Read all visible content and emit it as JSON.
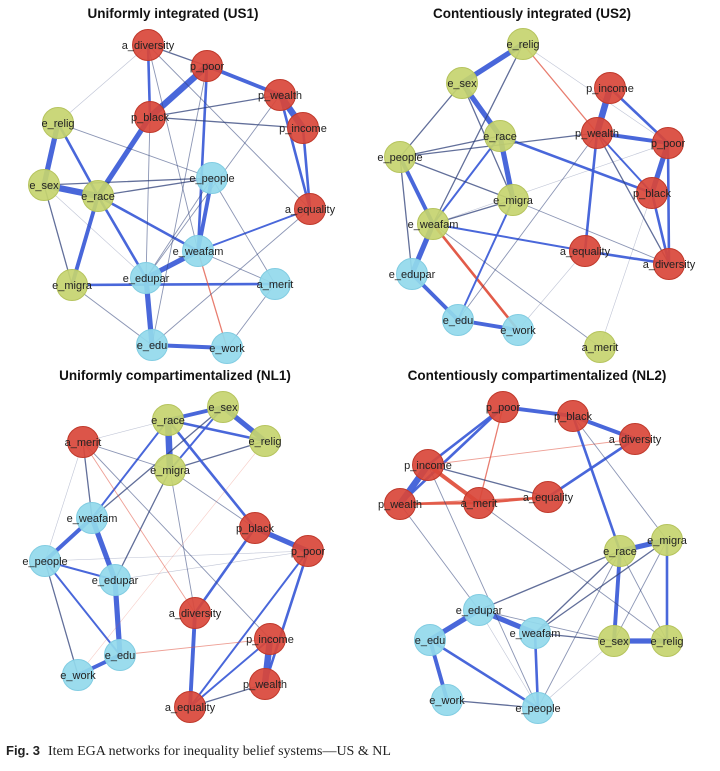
{
  "colors": {
    "red": "#d9473a",
    "green": "#c6d46f",
    "blue": "#93d9ec",
    "edge_pos": "#3f5fd8",
    "edge_neg": "#e0523f",
    "edge_weak": "#2e3f78"
  },
  "panels": [
    {
      "title": "Uniformly integrated (US1)",
      "nodes": [
        {
          "label": "a_diversity",
          "group": "red"
        },
        {
          "label": "p_poor",
          "group": "red"
        },
        {
          "label": "p_wealth",
          "group": "red"
        },
        {
          "label": "p_income",
          "group": "red"
        },
        {
          "label": "p_black",
          "group": "red"
        },
        {
          "label": "e_relig",
          "group": "green"
        },
        {
          "label": "e_sex",
          "group": "green"
        },
        {
          "label": "e_race",
          "group": "green"
        },
        {
          "label": "e_people",
          "group": "blue"
        },
        {
          "label": "a_equality",
          "group": "red"
        },
        {
          "label": "e_weafam",
          "group": "blue"
        },
        {
          "label": "e_edupar",
          "group": "blue"
        },
        {
          "label": "e_migra",
          "group": "green"
        },
        {
          "label": "a_merit",
          "group": "blue"
        },
        {
          "label": "e_edu",
          "group": "blue"
        },
        {
          "label": "e_work",
          "group": "blue"
        }
      ],
      "edges": [
        [
          "p_poor",
          "p_black",
          5,
          "+"
        ],
        [
          "p_black",
          "e_race",
          4,
          "+"
        ],
        [
          "e_sex",
          "e_race",
          5,
          "+"
        ],
        [
          "e_relig",
          "e_sex",
          4,
          "+"
        ],
        [
          "e_race",
          "e_migra",
          3,
          "+"
        ],
        [
          "e_relig",
          "e_race",
          2,
          "+"
        ],
        [
          "p_wealth",
          "p_income",
          5,
          "+"
        ],
        [
          "p_poor",
          "p_wealth",
          3,
          "+"
        ],
        [
          "a_diversity",
          "p_black",
          2,
          "+"
        ],
        [
          "a_diversity",
          "p_poor",
          1,
          "+"
        ],
        [
          "p_income",
          "a_equality",
          2,
          "+"
        ],
        [
          "p_wealth",
          "a_equality",
          2,
          "+"
        ],
        [
          "e_weafam",
          "e_edupar",
          4,
          "+"
        ],
        [
          "e_edupar",
          "e_edu",
          4,
          "+"
        ],
        [
          "e_edu",
          "e_work",
          3,
          "+"
        ],
        [
          "e_people",
          "e_weafam",
          3,
          "+"
        ],
        [
          "p_poor",
          "e_weafam",
          2,
          "+"
        ],
        [
          "e_race",
          "e_weafam",
          2,
          "+"
        ],
        [
          "e_race",
          "e_edupar",
          2,
          "+"
        ],
        [
          "e_migra",
          "a_merit",
          2,
          "+"
        ],
        [
          "a_equality",
          "e_weafam",
          1.5,
          "+"
        ],
        [
          "e_weafam",
          "e_work",
          1,
          "-"
        ],
        [
          "e_sex",
          "e_people",
          1,
          "+"
        ],
        [
          "e_race",
          "e_people",
          1,
          "+"
        ],
        [
          "p_black",
          "p_income",
          1,
          "+"
        ],
        [
          "p_black",
          "p_wealth",
          1,
          "+"
        ],
        [
          "e_relig",
          "e_people",
          0.7,
          "+"
        ],
        [
          "a_diversity",
          "e_relig",
          0.4,
          "+"
        ],
        [
          "e_sex",
          "e_migra",
          1,
          "+"
        ],
        [
          "e_migra",
          "e_edu",
          0.7,
          "+"
        ],
        [
          "e_edu",
          "a_equality",
          0.7,
          "+"
        ],
        [
          "e_work",
          "a_merit",
          0.7,
          "+"
        ],
        [
          "e_people",
          "a_merit",
          0.7,
          "+"
        ],
        [
          "a_diversity",
          "a_equality",
          0.7,
          "+"
        ],
        [
          "a_diversity",
          "e_weafam",
          0.7,
          "+"
        ],
        [
          "p_black",
          "e_edupar",
          0.7,
          "+"
        ],
        [
          "p_poor",
          "e_edu",
          0.7,
          "+"
        ],
        [
          "e_sex",
          "e_edupar",
          0.4,
          "+"
        ],
        [
          "p_wealth",
          "e_edupar",
          0.7,
          "+"
        ],
        [
          "e_edupar",
          "e_people",
          0.7,
          "+"
        ],
        [
          "e_weafam",
          "a_merit",
          0.7,
          "+"
        ]
      ]
    },
    {
      "title": "Contentiously integrated (US2)",
      "nodes": [
        {
          "label": "e_relig",
          "group": "green"
        },
        {
          "label": "e_sex",
          "group": "green"
        },
        {
          "label": "p_income",
          "group": "red"
        },
        {
          "label": "e_race",
          "group": "green"
        },
        {
          "label": "p_wealth",
          "group": "red"
        },
        {
          "label": "p_poor",
          "group": "red"
        },
        {
          "label": "e_people",
          "group": "green"
        },
        {
          "label": "p_black",
          "group": "red"
        },
        {
          "label": "e_migra",
          "group": "green"
        },
        {
          "label": "e_weafam",
          "group": "green"
        },
        {
          "label": "a_equality",
          "group": "red"
        },
        {
          "label": "a_diversity",
          "group": "red"
        },
        {
          "label": "e_edupar",
          "group": "blue"
        },
        {
          "label": "e_edu",
          "group": "blue"
        },
        {
          "label": "e_work",
          "group": "blue"
        },
        {
          "label": "a_merit",
          "group": "green"
        }
      ],
      "edges": [
        [
          "e_relig",
          "e_sex",
          4,
          "+"
        ],
        [
          "e_sex",
          "e_race",
          4,
          "+"
        ],
        [
          "e_race",
          "e_migra",
          4,
          "+"
        ],
        [
          "e_people",
          "e_weafam",
          3,
          "+"
        ],
        [
          "e_weafam",
          "e_edupar",
          4,
          "+"
        ],
        [
          "e_edupar",
          "e_edu",
          3,
          "+"
        ],
        [
          "e_edu",
          "e_work",
          3,
          "+"
        ],
        [
          "e_weafam",
          "e_work",
          2,
          "-"
        ],
        [
          "e_relig",
          "p_wealth",
          1,
          "-"
        ],
        [
          "p_income",
          "p_wealth",
          5,
          "+"
        ],
        [
          "p_wealth",
          "p_poor",
          3,
          "+"
        ],
        [
          "p_poor",
          "p_black",
          4,
          "+"
        ],
        [
          "p_income",
          "p_poor",
          2,
          "+"
        ],
        [
          "p_wealth",
          "a_equality",
          2,
          "+"
        ],
        [
          "p_poor",
          "a_diversity",
          2,
          "+"
        ],
        [
          "p_black",
          "a_diversity",
          2,
          "+"
        ],
        [
          "a_equality",
          "a_diversity",
          2,
          "+"
        ],
        [
          "e_weafam",
          "a_equality",
          1.5,
          "+"
        ],
        [
          "e_race",
          "p_black",
          2,
          "+"
        ],
        [
          "e_people",
          "e_race",
          1,
          "+"
        ],
        [
          "e_people",
          "p_wealth",
          1,
          "+"
        ],
        [
          "e_people",
          "e_sex",
          1,
          "+"
        ],
        [
          "e_migra",
          "e_edu",
          1.5,
          "+"
        ],
        [
          "e_weafam",
          "e_relig",
          1,
          "+"
        ],
        [
          "e_weafam",
          "e_race",
          1.5,
          "+"
        ],
        [
          "e_weafam",
          "e_migra",
          1,
          "+"
        ],
        [
          "e_sex",
          "e_migra",
          1,
          "+"
        ],
        [
          "p_wealth",
          "p_black",
          1.5,
          "+"
        ],
        [
          "p_wealth",
          "a_diversity",
          1,
          "+"
        ],
        [
          "e_people",
          "e_edupar",
          1,
          "+"
        ],
        [
          "e_people",
          "e_migra",
          1,
          "+"
        ],
        [
          "e_migra",
          "a_diversity",
          0.7,
          "+"
        ],
        [
          "e_weafam",
          "a_merit",
          0.7,
          "+"
        ],
        [
          "e_edu",
          "p_wealth",
          0.7,
          "+"
        ],
        [
          "a_merit",
          "p_black",
          0.4,
          "+"
        ],
        [
          "e_work",
          "a_equality",
          0.4,
          "+"
        ],
        [
          "e_relig",
          "p_poor",
          0.4,
          "+"
        ],
        [
          "e_weafam",
          "p_poor",
          0.4,
          "+"
        ]
      ]
    },
    {
      "title": "Uniformly compartimentalized (NL1)",
      "nodes": [
        {
          "label": "e_race",
          "group": "green"
        },
        {
          "label": "e_sex",
          "group": "green"
        },
        {
          "label": "a_merit",
          "group": "red"
        },
        {
          "label": "e_relig",
          "group": "green"
        },
        {
          "label": "e_migra",
          "group": "green"
        },
        {
          "label": "e_weafam",
          "group": "blue"
        },
        {
          "label": "p_black",
          "group": "red"
        },
        {
          "label": "p_poor",
          "group": "red"
        },
        {
          "label": "e_people",
          "group": "blue"
        },
        {
          "label": "e_edupar",
          "group": "blue"
        },
        {
          "label": "a_diversity",
          "group": "red"
        },
        {
          "label": "p_income",
          "group": "red"
        },
        {
          "label": "e_edu",
          "group": "blue"
        },
        {
          "label": "e_work",
          "group": "blue"
        },
        {
          "label": "p_wealth",
          "group": "red"
        },
        {
          "label": "a_equality",
          "group": "red"
        }
      ],
      "edges": [
        [
          "e_race",
          "e_sex",
          3,
          "+"
        ],
        [
          "e_sex",
          "e_relig",
          4,
          "+"
        ],
        [
          "e_race",
          "e_migra",
          5,
          "+"
        ],
        [
          "e_race",
          "e_relig",
          2,
          "+"
        ],
        [
          "e_sex",
          "e_migra",
          1.5,
          "+"
        ],
        [
          "e_relig",
          "e_migra",
          1,
          "+"
        ],
        [
          "e_race",
          "p_black",
          2,
          "+"
        ],
        [
          "p_black",
          "p_poor",
          4,
          "+"
        ],
        [
          "p_black",
          "a_diversity",
          2,
          "+"
        ],
        [
          "a_diversity",
          "a_equality",
          3,
          "+"
        ],
        [
          "p_income",
          "p_wealth",
          5,
          "+"
        ],
        [
          "p_poor",
          "p_wealth",
          2,
          "+"
        ],
        [
          "p_poor",
          "a_equality",
          1.5,
          "+"
        ],
        [
          "p_income",
          "a_equality",
          1.5,
          "+"
        ],
        [
          "a_equality",
          "p_wealth",
          1,
          "+"
        ],
        [
          "e_weafam",
          "e_people",
          3,
          "+"
        ],
        [
          "e_weafam",
          "e_edupar",
          4,
          "+"
        ],
        [
          "e_edupar",
          "e_edu",
          4,
          "+"
        ],
        [
          "e_edu",
          "e_work",
          3,
          "+"
        ],
        [
          "e_people",
          "e_edupar",
          1.5,
          "+"
        ],
        [
          "e_people",
          "e_edu",
          1.5,
          "+"
        ],
        [
          "e_people",
          "e_work",
          1,
          "+"
        ],
        [
          "e_weafam",
          "e_race",
          1.5,
          "+"
        ],
        [
          "e_weafam",
          "e_sex",
          1,
          "+"
        ],
        [
          "e_edupar",
          "e_migra",
          1,
          "+"
        ],
        [
          "a_merit",
          "e_weafam",
          1,
          "+"
        ],
        [
          "a_merit",
          "e_race",
          0.4,
          "+"
        ],
        [
          "a_merit",
          "e_migra",
          0.7,
          "+"
        ],
        [
          "a_merit",
          "a_diversity",
          0.7,
          "-"
        ],
        [
          "a_merit",
          "p_income",
          0.7,
          "+"
        ],
        [
          "e_edu",
          "p_income",
          0.7,
          "-"
        ],
        [
          "e_migra",
          "a_diversity",
          0.7,
          "+"
        ],
        [
          "e_migra",
          "p_black",
          0.7,
          "+"
        ],
        [
          "e_people",
          "p_poor",
          0.4,
          "+"
        ],
        [
          "e_edupar",
          "p_poor",
          0.4,
          "+"
        ],
        [
          "e_work",
          "e_relig",
          0.4,
          "-"
        ],
        [
          "a_merit",
          "e_people",
          0.4,
          "+"
        ]
      ]
    },
    {
      "title": "Contentiously compartimentalized (NL2)",
      "nodes": [
        {
          "label": "p_poor",
          "group": "red"
        },
        {
          "label": "p_black",
          "group": "red"
        },
        {
          "label": "a_diversity",
          "group": "red"
        },
        {
          "label": "p_income",
          "group": "red"
        },
        {
          "label": "p_wealth",
          "group": "red"
        },
        {
          "label": "a_merit",
          "group": "red"
        },
        {
          "label": "a_equality",
          "group": "red"
        },
        {
          "label": "e_race",
          "group": "green"
        },
        {
          "label": "e_migra",
          "group": "green"
        },
        {
          "label": "e_edupar",
          "group": "blue"
        },
        {
          "label": "e_edu",
          "group": "blue"
        },
        {
          "label": "e_weafam",
          "group": "blue"
        },
        {
          "label": "e_sex",
          "group": "green"
        },
        {
          "label": "e_relig",
          "group": "green"
        },
        {
          "label": "e_work",
          "group": "blue"
        },
        {
          "label": "e_people",
          "group": "blue"
        }
      ],
      "edges": [
        [
          "p_poor",
          "p_black",
          3,
          "+"
        ],
        [
          "p_black",
          "a_diversity",
          3,
          "+"
        ],
        [
          "p_poor",
          "p_income",
          2,
          "+"
        ],
        [
          "p_poor",
          "p_wealth",
          2,
          "+"
        ],
        [
          "p_income",
          "p_wealth",
          5,
          "+"
        ],
        [
          "p_income",
          "a_merit",
          3,
          "-"
        ],
        [
          "p_wealth",
          "a_merit",
          2,
          "-"
        ],
        [
          "a_merit",
          "a_equality",
          2,
          "-"
        ],
        [
          "p_poor",
          "a_merit",
          1,
          "-"
        ],
        [
          "p_wealth",
          "a_equality",
          1,
          "-"
        ],
        [
          "p_income",
          "a_diversity",
          0.7,
          "-"
        ],
        [
          "a_diversity",
          "a_equality",
          2,
          "+"
        ],
        [
          "p_black",
          "e_race",
          2,
          "+"
        ],
        [
          "p_income",
          "a_equality",
          1,
          "+"
        ],
        [
          "p_black",
          "e_migra",
          0.7,
          "+"
        ],
        [
          "e_race",
          "e_migra",
          4,
          "+"
        ],
        [
          "e_race",
          "e_sex",
          3,
          "+"
        ],
        [
          "e_sex",
          "e_relig",
          4,
          "+"
        ],
        [
          "e_migra",
          "e_relig",
          2,
          "+"
        ],
        [
          "e_edupar",
          "e_weafam",
          4,
          "+"
        ],
        [
          "e_edupar",
          "e_edu",
          4,
          "+"
        ],
        [
          "e_edu",
          "e_work",
          3,
          "+"
        ],
        [
          "e_edu",
          "e_people",
          2,
          "+"
        ],
        [
          "e_weafam",
          "e_people",
          2,
          "+"
        ],
        [
          "e_work",
          "e_people",
          1,
          "+"
        ],
        [
          "e_edupar",
          "e_race",
          1,
          "+"
        ],
        [
          "e_weafam",
          "e_race",
          1,
          "+"
        ],
        [
          "e_weafam",
          "e_migra",
          1,
          "+"
        ],
        [
          "e_weafam",
          "e_sex",
          1,
          "+"
        ],
        [
          "e_edupar",
          "e_sex",
          0.7,
          "+"
        ],
        [
          "p_wealth",
          "e_edupar",
          0.7,
          "+"
        ],
        [
          "p_income",
          "e_people",
          0.7,
          "+"
        ],
        [
          "a_merit",
          "e_relig",
          0.7,
          "+"
        ],
        [
          "e_race",
          "e_relig",
          0.7,
          "+"
        ],
        [
          "e_migra",
          "e_sex",
          0.7,
          "+"
        ],
        [
          "e_people",
          "e_sex",
          0.4,
          "+"
        ],
        [
          "e_edupar",
          "e_people",
          0.4,
          "+"
        ],
        [
          "e_people",
          "e_race",
          0.7,
          "+"
        ]
      ]
    }
  ],
  "caption": {
    "label": "Fig. 3",
    "text": "Item EGA networks for inequality belief systems—US & NL"
  }
}
